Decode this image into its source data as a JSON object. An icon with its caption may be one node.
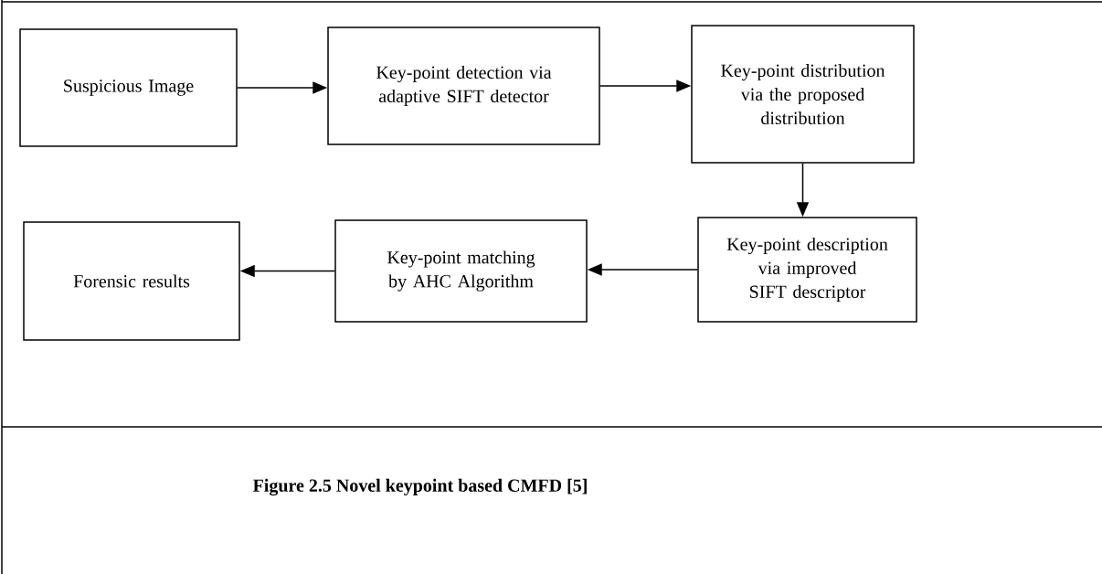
{
  "diagram": {
    "caption": "Figure 2.5 Novel keypoint based CMFD [5]",
    "nodes": [
      {
        "text": [
          "Suspicious Image"
        ]
      },
      {
        "text": [
          "Key-point detection via adaptive SIFT detector"
        ]
      },
      {
        "text": [
          "Key-point distribution via the proposed distribution"
        ]
      },
      {
        "text": [
          "Key-point description via improved SIFT descriptor"
        ]
      },
      {
        "text": [
          "Key-point matching by AHC Algorithm"
        ]
      },
      {
        "text": [
          "Forensic results"
        ]
      }
    ],
    "edges": [
      {
        "from": 0,
        "to": 1,
        "arrow": "to"
      },
      {
        "from": 1,
        "to": 2,
        "arrow": "to"
      },
      {
        "from": 2,
        "to": 3,
        "arrow": "to"
      },
      {
        "from": 3,
        "to": 4,
        "arrow": "to"
      },
      {
        "from": 4,
        "to": 5,
        "arrow": "to"
      }
    ]
  }
}
